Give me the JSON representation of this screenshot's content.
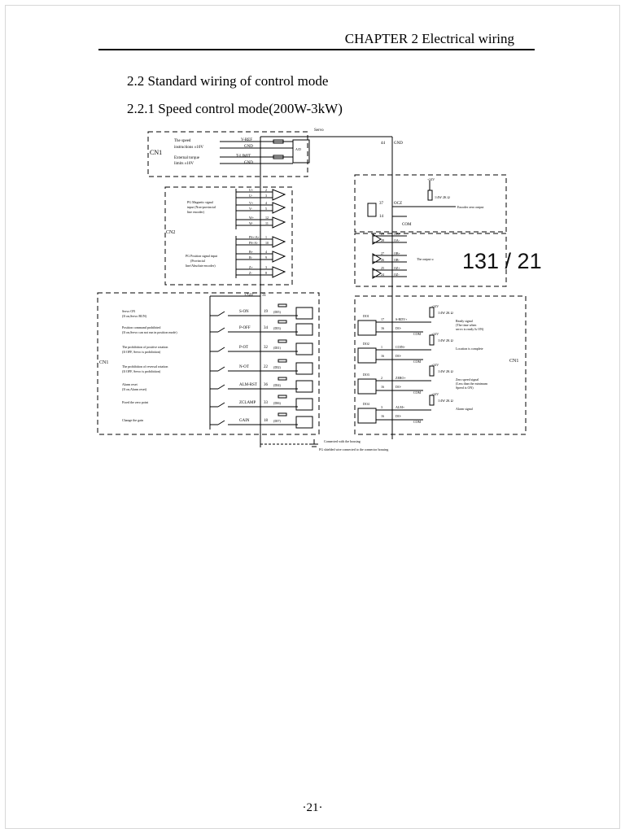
{
  "header": {
    "chapter": "CHAPTER 2 Electrical wiring"
  },
  "sections": {
    "s1": "2.2 Standard wiring of control mode",
    "s2": "2.2.1 Speed control mode(200W-3kW)"
  },
  "page_indicator": "131 / 21",
  "footer": {
    "page_number": "·21·"
  },
  "diagram": {
    "servo": "Servo",
    "cn1": "CN1",
    "cn2": "CN2",
    "top": {
      "speed_instr_1": "The speed",
      "speed_instr_2": "instructions ±10V",
      "torque_1": "External torque",
      "torque_2": "limits ±10V",
      "vref": "V-REF",
      "gnd1": "GND",
      "tlimit": "T-LIMIT",
      "gnd2": "GND",
      "pin44": "44",
      "gnd_right": "GND",
      "ad": "A/D"
    },
    "cn2_left": {
      "pg_mag_1": "PG Magnetic signal",
      "pg_mag_2": "input (Non-provincial",
      "pg_mag_3": "line encoder)",
      "pg_pos_1": "PG Position signal input",
      "pg_pos_2": "(Provincial",
      "pg_pos_3": "line/Absolute encoder)",
      "pins": [
        {
          "sig": "U+",
          "num": "2"
        },
        {
          "sig": "U-",
          "num": "3"
        },
        {
          "sig": "V+",
          "num": "4"
        },
        {
          "sig": "V-",
          "num": "5"
        },
        {
          "sig": "W+",
          "num": "12"
        },
        {
          "sig": "W-",
          "num": "11"
        },
        {
          "sig": "PS+/A+",
          "num": "1"
        },
        {
          "sig": "PS-/A-",
          "num": "10"
        },
        {
          "sig": "B+",
          "num": "4"
        },
        {
          "sig": "B-",
          "num": "9"
        },
        {
          "sig": "Z+",
          "num": "3"
        },
        {
          "sig": "Z-",
          "num": "8"
        }
      ]
    },
    "right_top": {
      "v24": "+24V",
      "res": "1/4W 2K Ω",
      "ocz": "OCZ",
      "pin37": "37",
      "pin14": "14",
      "com": "COM",
      "enc_zero": "Encoder zero output",
      "out_label": "The output u",
      "outs": [
        {
          "num": "29",
          "sig": "OA+"
        },
        {
          "num": "28",
          "sig": "OA-"
        },
        {
          "num": "27",
          "sig": "OB+"
        },
        {
          "num": "26",
          "sig": "OB-"
        },
        {
          "num": "25",
          "sig": "OZ+"
        },
        {
          "num": "24",
          "sig": "OZ-"
        }
      ]
    },
    "left_inputs": {
      "v24": "+24V",
      "pin31": "31",
      "rows": [
        {
          "d1": "Servo ON",
          "d2": "(If on,Servo RUN)",
          "sig": "S-ON",
          "pin": "19",
          "di": "(DI5)"
        },
        {
          "d1": "Position command prohibited",
          "d2": "(If on,Servo can not run in position mode)",
          "sig": "P-OFF",
          "pin": "34",
          "di": "(DI3)"
        },
        {
          "d1": "The prohibition of positive rotation",
          "d2": "(If OFF, Servo is prohibition)",
          "sig": "P-OT",
          "pin": "32",
          "di": "(DI1)"
        },
        {
          "d1": "The prohibition of reversal rotation",
          "d2": "(If OFF, Servo is prohibition)",
          "sig": "N-OT",
          "pin": "22",
          "di": "(DI2)"
        },
        {
          "d1": "Alarm reset",
          "d2": "(If on,Alarm reset)",
          "sig": "ALM-RST",
          "pin": "36",
          "di": "(DI4)"
        },
        {
          "d1": "Fixed the zero point",
          "d2": "",
          "sig": "ZCLAMP",
          "pin": "33",
          "di": "(DI6)"
        },
        {
          "d1": "Change the gain",
          "d2": "",
          "sig": "GAIN",
          "pin": "18",
          "di": "(DI7)"
        }
      ]
    },
    "right_outputs": {
      "rows": [
        {
          "do": "DO1",
          "p1": "17",
          "s1": "S-RDY+",
          "p2": "16",
          "s2": "DO-",
          "d1": "Ready signal",
          "d2": "(The time when",
          "d3": "servo is ready Is ON)"
        },
        {
          "do": "DO2",
          "p1": "1",
          "s1": "COIN+",
          "p2": "16",
          "s2": "DO-",
          "d1": "Location is complete",
          "d2": "",
          "d3": ""
        },
        {
          "do": "DO3",
          "p1": "2",
          "s1": "ZERO+",
          "p2": "16",
          "s2": "DO-",
          "d1": "Zero speed signal",
          "d2": "(Less than the minimum",
          "d3": "Speed is ON)"
        },
        {
          "do": "DO4",
          "p1": "3",
          "s1": "ALM+",
          "p2": "16",
          "s2": "DO-",
          "d1": "Alarm signal",
          "d2": "",
          "d3": ""
        }
      ],
      "v24": "+24V",
      "res": "1/4W 2K Ω",
      "com": "COM"
    },
    "bottom": {
      "housing": "Connected with the housing",
      "fg": "FG shielded wire connected to the connector housing"
    }
  }
}
